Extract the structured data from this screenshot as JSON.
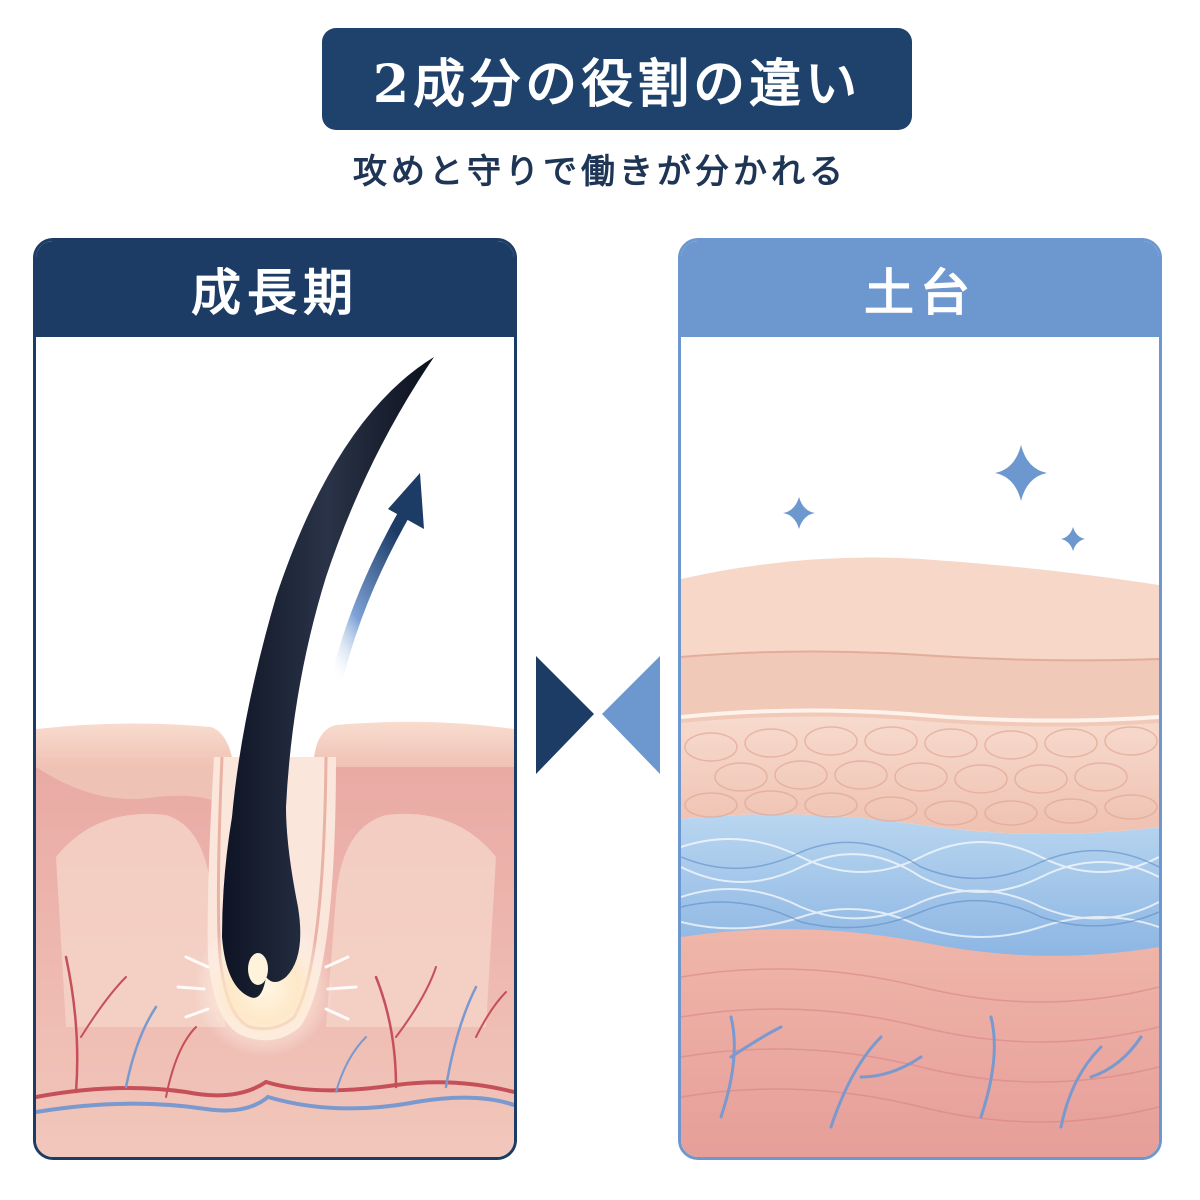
{
  "header": {
    "title": "2成分の役割の違い",
    "subtitle": "攻めと守りで働きが分かれる"
  },
  "panels": [
    {
      "title": "成長期",
      "illustration": "hair-follicle-growth",
      "accent": "#1c3c66"
    },
    {
      "title": "土台",
      "illustration": "skin-layers-foundation",
      "accent": "#6d97cf"
    }
  ],
  "colors": {
    "navy": "#1c3c66",
    "light_blue": "#6d97cf",
    "skin": "#f3c9bc",
    "dermis": "#e39d9a",
    "collagen": "#9cc3e6"
  }
}
